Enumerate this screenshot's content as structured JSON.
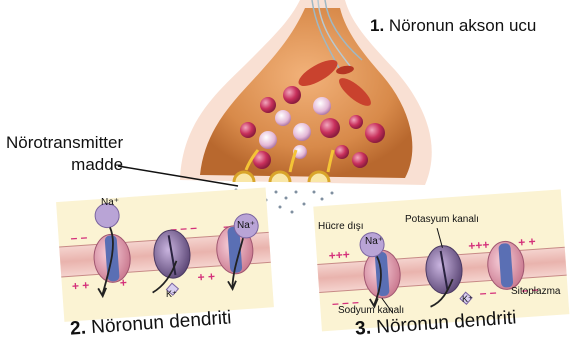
{
  "labels": {
    "axon_num": "1.",
    "axon": "Nöronun akson ucu",
    "nt_line1": "Nörotransmitter",
    "nt_line2": "madde",
    "dendrite2_num": "2.",
    "dendrite2": "Nöronun dendriti",
    "dendrite3_num": "3.",
    "dendrite3": "Nöronun dendriti",
    "outside": "Hücre dışı",
    "k_channel": "Potasyum kanalı",
    "na_channel": "Sodyum kanalı",
    "cytoplasm": "Sitoplazma"
  },
  "ions": {
    "na": "Na⁺",
    "k": "K⁺"
  },
  "colors": {
    "terminal_fill": "#d88a4a",
    "terminal_halo": "#f7d8c8",
    "vesicle": "#c8305c",
    "panel": "#fbf3d3",
    "membrane": "#f0c6c0",
    "channel_pink": "#e8a9b6",
    "channel_purple": "#76608e",
    "ion_circle": "#b9a4d6",
    "plus_minus": "#d4307a"
  }
}
